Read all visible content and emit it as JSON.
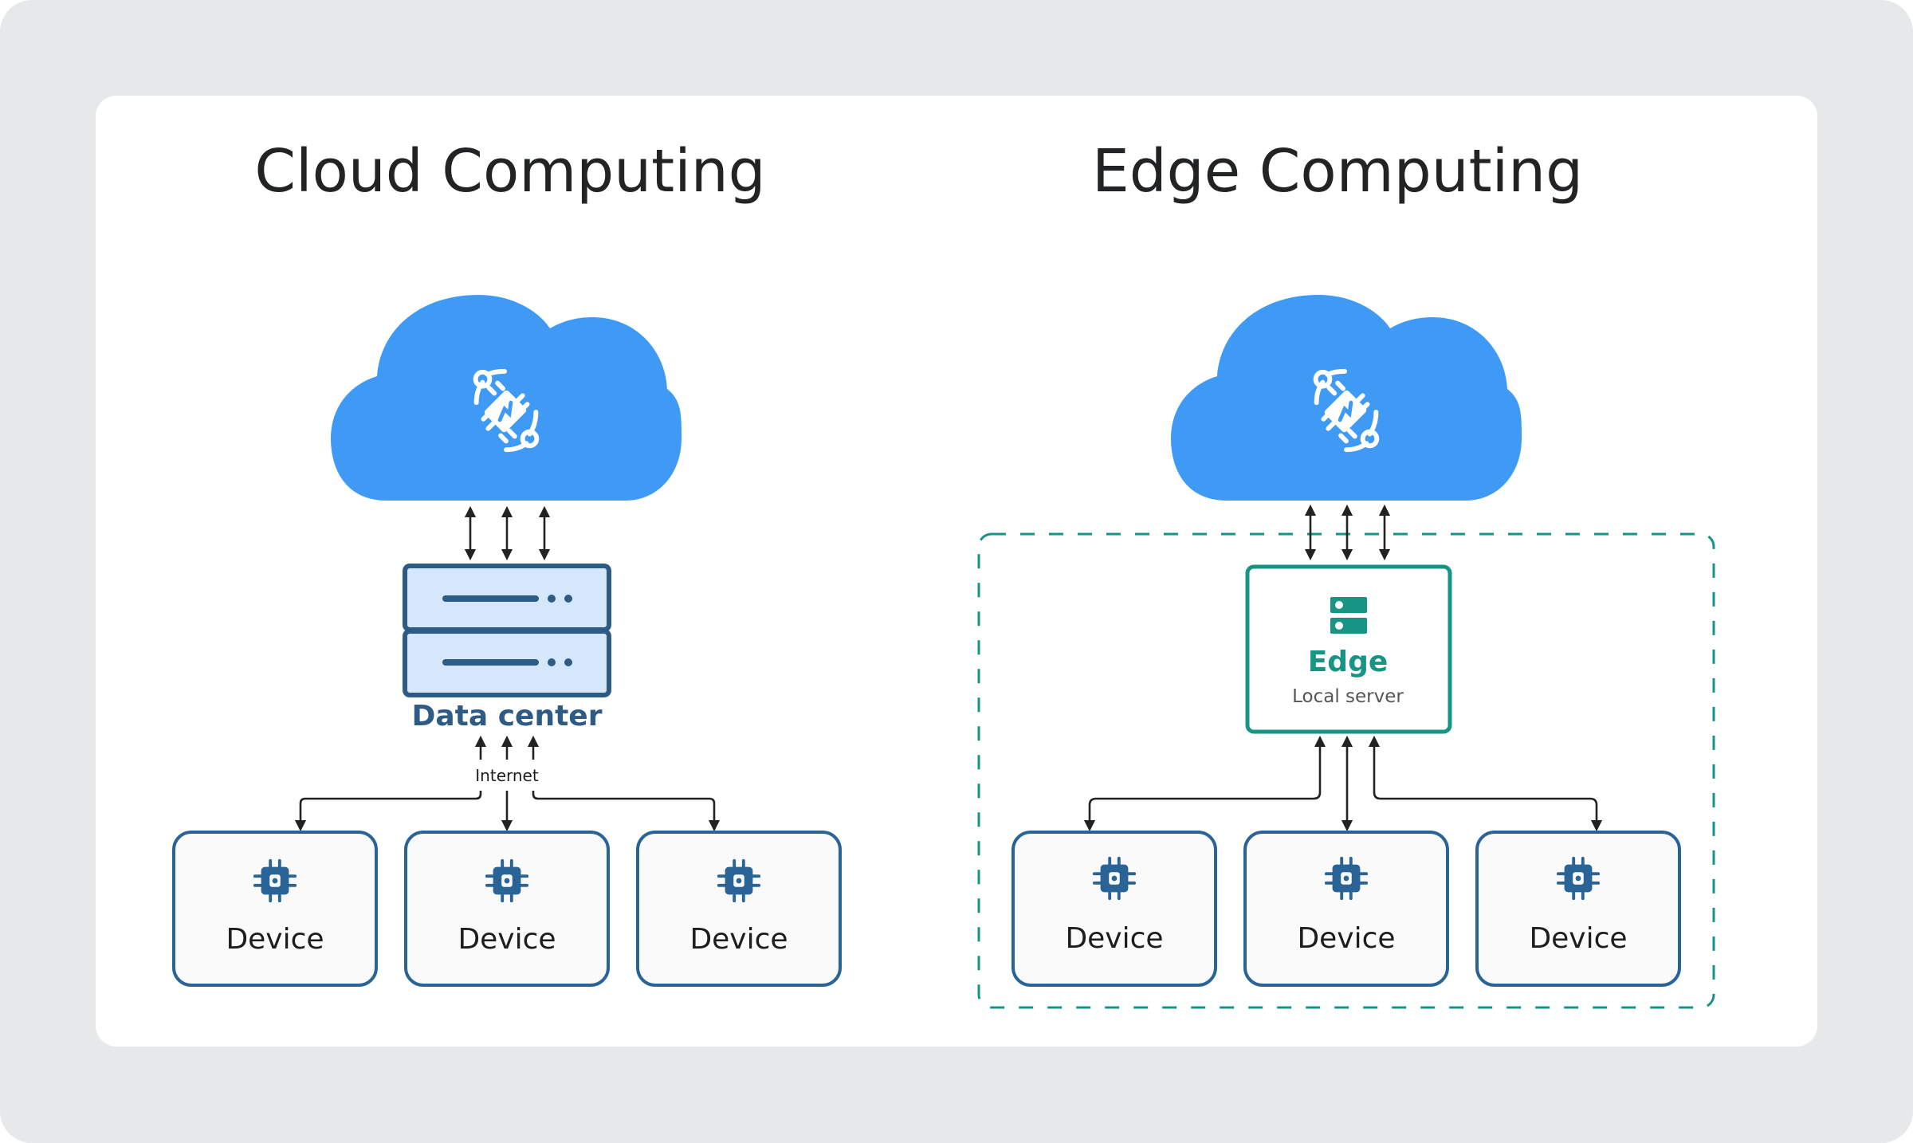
{
  "colors": {
    "background": "#e7e8ea",
    "card": "#ffffff",
    "cloud": "#3f9af5",
    "datacenter_fill": "#d4e7fb",
    "datacenter_stroke": "#2e5a86",
    "device_stroke": "#2a6497",
    "device_fill": "#fafafa",
    "edge_accent": "#179484",
    "arrow": "#222222"
  },
  "cloud_computing": {
    "title": "Cloud Computing",
    "cloud_icon": "cloud-ai-chip-icon",
    "data_center_label": "Data center",
    "data_center_icon": "server-rack-icon",
    "network_label": "Internet",
    "devices": [
      {
        "label": "Device",
        "icon": "chip-icon"
      },
      {
        "label": "Device",
        "icon": "chip-icon"
      },
      {
        "label": "Device",
        "icon": "chip-icon"
      }
    ]
  },
  "edge_computing": {
    "title": "Edge Computing",
    "cloud_icon": "cloud-ai-chip-icon",
    "edge_label": "Edge",
    "edge_sublabel": "Local server",
    "edge_icon": "server-icon",
    "devices": [
      {
        "label": "Device",
        "icon": "chip-icon"
      },
      {
        "label": "Device",
        "icon": "chip-icon"
      },
      {
        "label": "Device",
        "icon": "chip-icon"
      }
    ]
  }
}
